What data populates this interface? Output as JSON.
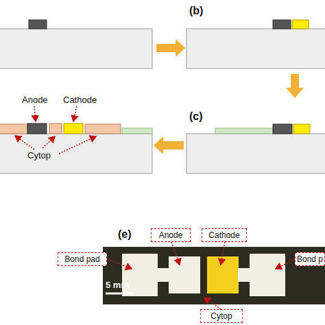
{
  "diagram": {
    "nodes": [
      {
        "text": [
          "Anode"
        ]
      },
      {
        "text": [
          "Cathode"
        ]
      },
      {
        "text": [
          "Bond pad"
        ]
      },
      {
        "text": [
          "Bond p"
        ]
      },
      {
        "text": [
          "Cytop"
        ]
      }
    ],
    "labels": [
      "(b)",
      "Anode",
      "Cathode",
      "Cytop",
      "(c)",
      "(e)",
      "5 mm"
    ]
  }
}
